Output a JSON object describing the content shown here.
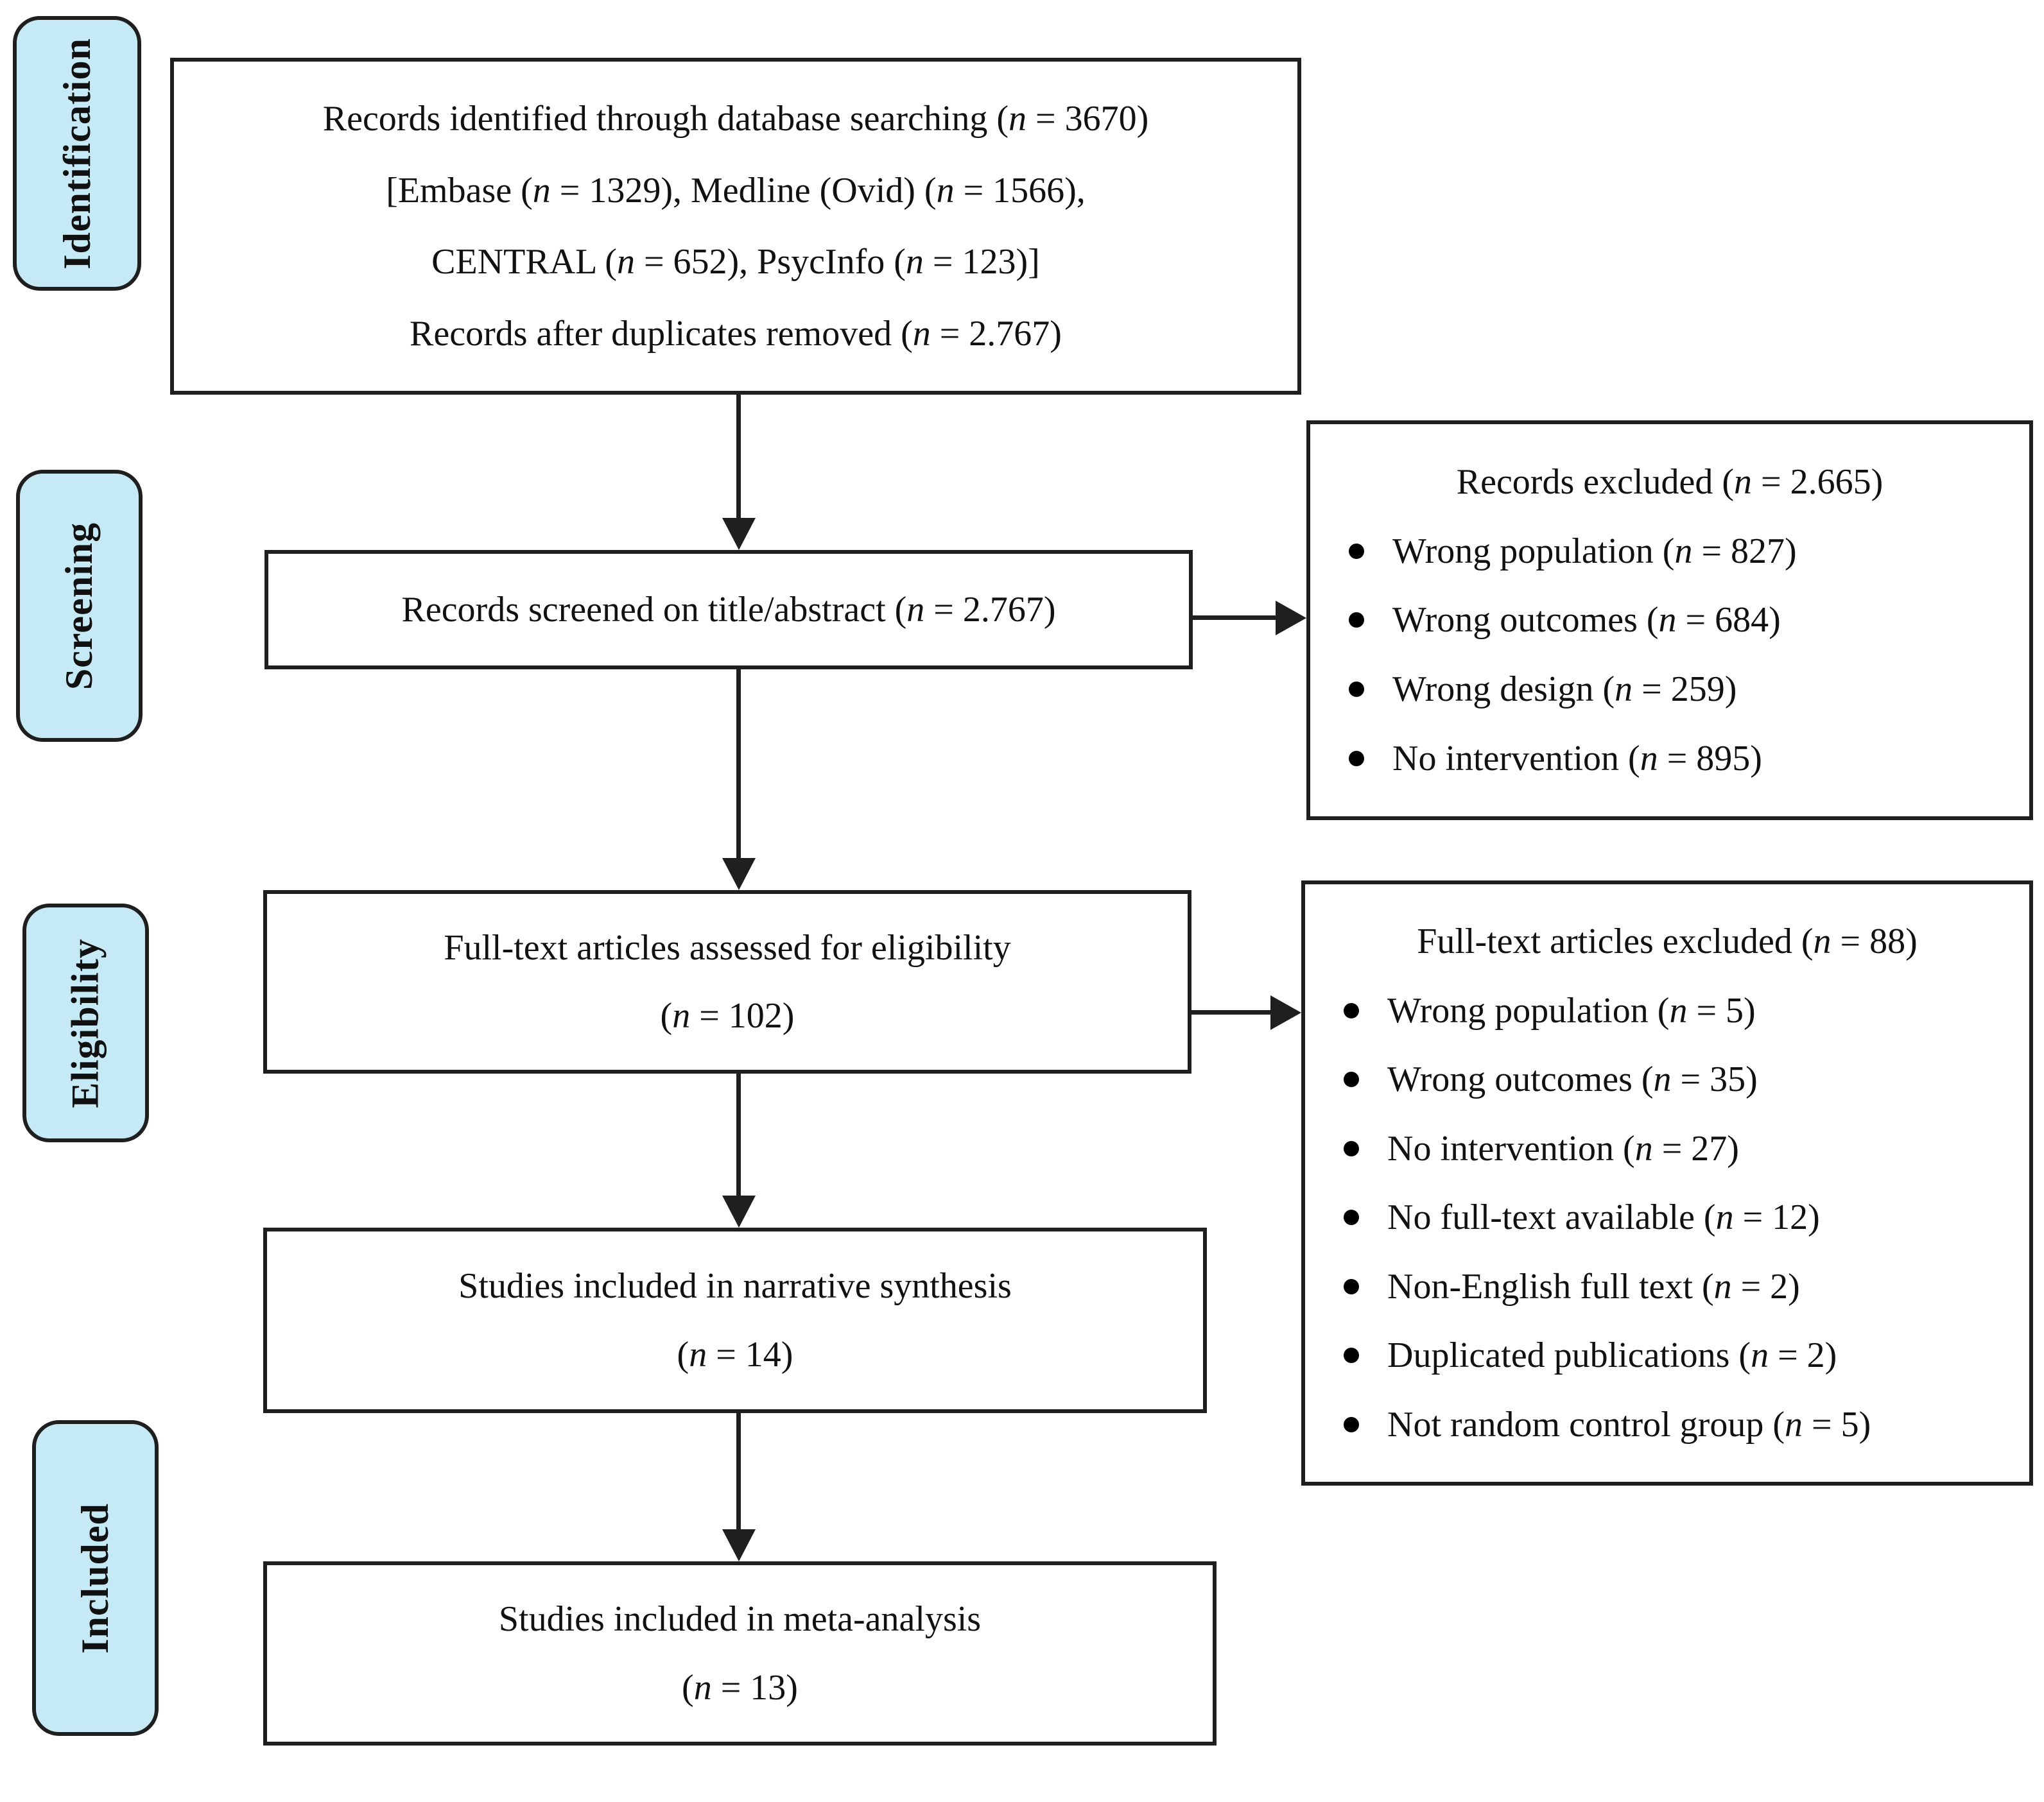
{
  "colors": {
    "stage_label_fill": "#C6E9F6",
    "line_and_border": "#1F1F1F",
    "box_fill": "#FFFFFF"
  },
  "side_labels": [
    {
      "label": "Identification"
    },
    {
      "label": "Screening"
    },
    {
      "label": "Eligibility"
    },
    {
      "label": "Included"
    }
  ],
  "flow_boxes": {
    "identification": {
      "lines": [
        "Records identified through database searching (n = 3670)",
        "[Embase (n = 1329), Medline (Ovid) (n = 1566),",
        "CENTRAL (n = 652), PsycInfo (n = 123)]",
        "Records after duplicates removed (n = 2.767)"
      ]
    },
    "screening": {
      "line": "Records screened on title/abstract (n = 2.767)"
    },
    "eligibility": {
      "line1": "Full-text articles assessed for eligibility",
      "line2": "(n = 102)"
    },
    "narrative": {
      "line1": "Studies included in narrative synthesis",
      "line2": "(n = 14)"
    },
    "meta": {
      "line1": "Studies included in meta-analysis",
      "line2": "(n = 13)"
    }
  },
  "exclusion_boxes": {
    "records_excluded": {
      "title": "Records excluded (n = 2.665)",
      "items": [
        "Wrong population (n = 827)",
        "Wrong outcomes (n = 684)",
        "Wrong design (n = 259)",
        "No intervention (n = 895)"
      ]
    },
    "fulltext_excluded": {
      "title": "Full-text articles excluded (n = 88)",
      "items": [
        "Wrong population (n = 5)",
        "Wrong outcomes (n = 35)",
        "No intervention (n = 27)",
        "No full-text available (n = 12)",
        "Non-English full text (n = 2)",
        "Duplicated publications (n = 2)",
        "Not random control group (n = 5)"
      ]
    }
  }
}
